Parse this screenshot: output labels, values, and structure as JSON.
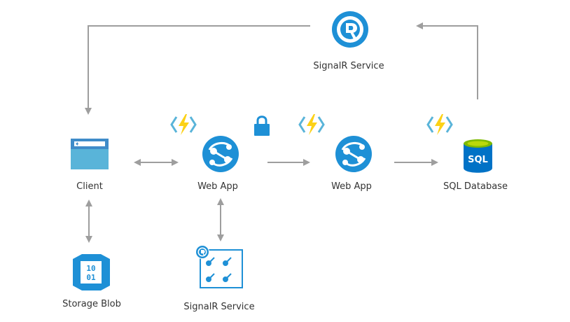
{
  "nodes": {
    "signalr_top": {
      "label": "SignalR Service",
      "icon": "signalr-icon"
    },
    "client": {
      "label": "Client",
      "icon": "browser-window-icon"
    },
    "webapp1": {
      "label": "Web App",
      "icon": "web-app-icon"
    },
    "webapp2": {
      "label": "Web App",
      "icon": "web-app-icon"
    },
    "sql": {
      "label": "SQL Database",
      "icon": "sql-database-icon",
      "badge_text": "SQL"
    },
    "storage": {
      "label": "Storage Blob",
      "icon": "storage-blob-icon",
      "badge_lines": [
        "10",
        "01"
      ]
    },
    "signalr_bottom": {
      "label": "SignalR Service",
      "icon": "signalr-service-keys-icon"
    }
  },
  "decorations": {
    "function_icons": [
      "azure-function-icon",
      "azure-function-icon",
      "azure-function-icon"
    ],
    "lock_icon": "lock-icon"
  },
  "colors": {
    "azure_blue": "#1e90d6",
    "azure_light_blue": "#59b4d9",
    "arrow_gray": "#9e9e9e",
    "function_yellow": "#fcd116",
    "sql_lid_green": "#7fba00"
  }
}
